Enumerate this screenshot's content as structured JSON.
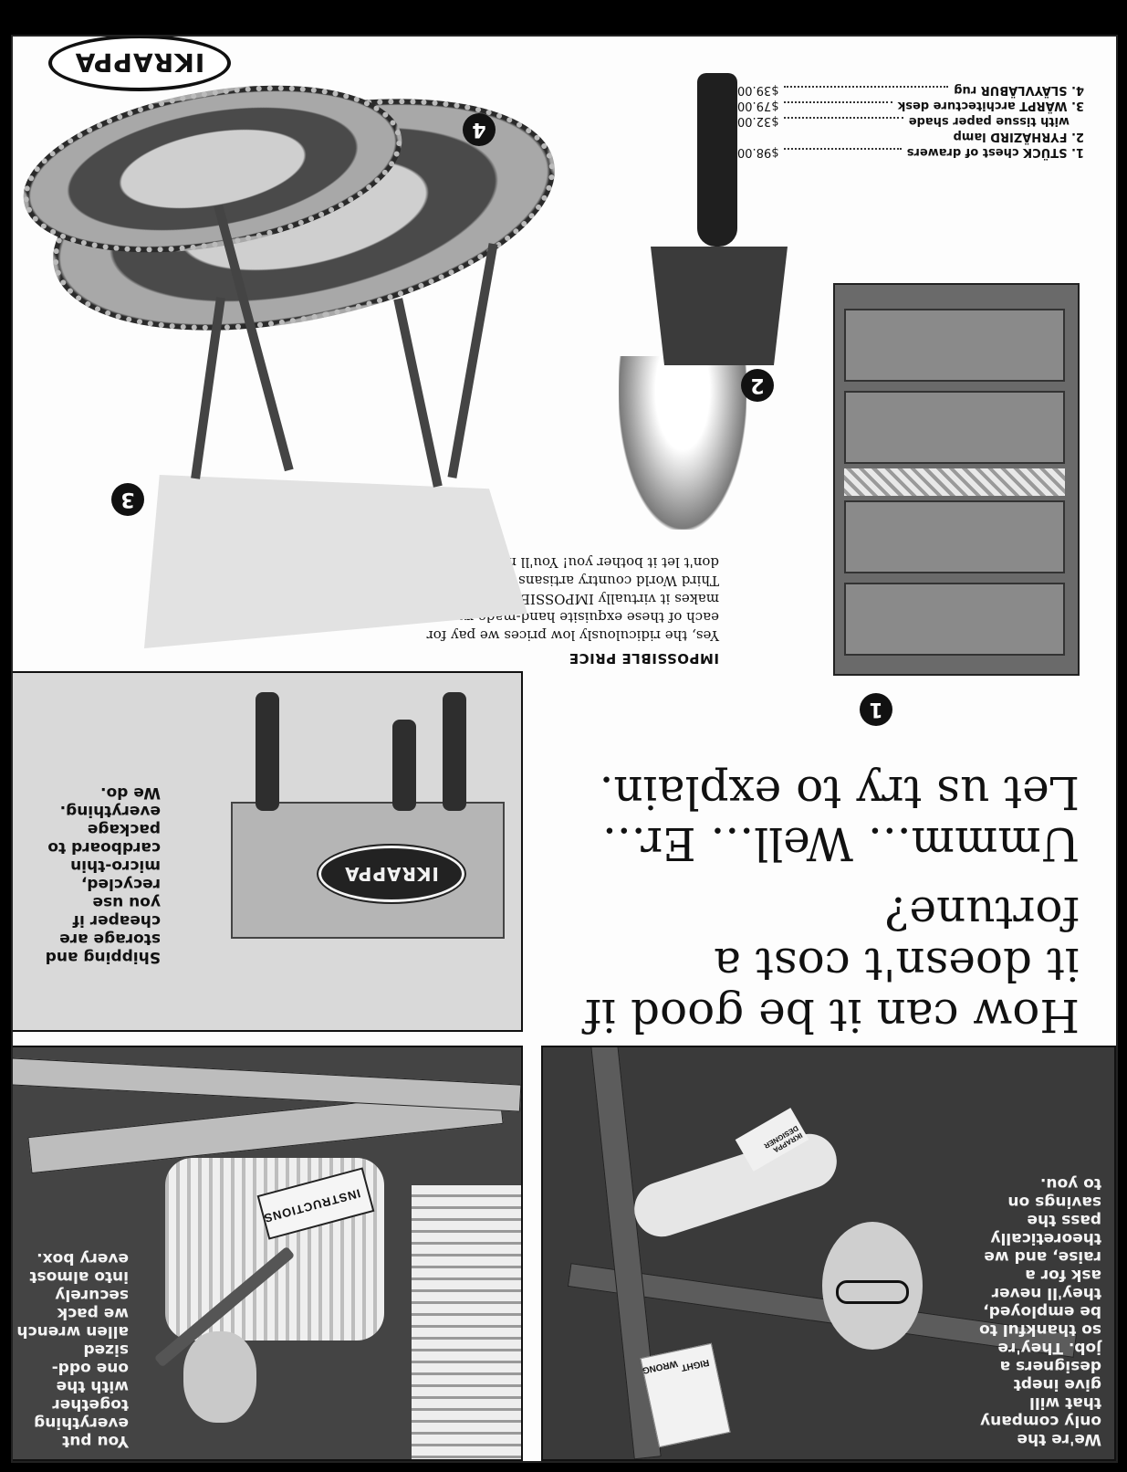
{
  "captions": {
    "designer": "We're the\nonly company\nthat will\ngive inept\ndesigners a\njob. They're\nso thankful to\nbe employed,\nthey'll never\nask for a\nraise, and we\ntheoretically\npass the\nsavings on\nto you.",
    "assembler": "You put\neverything\ntogether\nwith the\none odd-\nsized\nallen wrench\nwe pack\nsecurely\ninto almost\nevery box.",
    "box": "Shipping and\nstorage are\ncheaper if\nyou use\nrecycled,\nmicro-thin\ncardboard to\npackage\neverything.\nWe do."
  },
  "photo_labels": {
    "sign_right": "RIGHT",
    "sign_wrong": "WRONG",
    "badge": "IKRAPPA DESIGNER",
    "instructions": "INSTRUCTIONS",
    "box_logo": "IKRAPPA"
  },
  "headline": {
    "question": "How can it be good if it doesn't cost a fortune?",
    "answer": "Ummm... Well... Er... Let us try to explain."
  },
  "items": {
    "num_1": "1",
    "num_2": "2",
    "num_3": "3",
    "num_4": "4"
  },
  "impossible": {
    "heading": "IMPOSSIBLE PRICE",
    "body": "Yes, the ridiculously low prices we pay for each of these exquisite hand-made rugs makes it virtually IMPOSSIBLE for our Third World country artisans to survive! But don't let it bother you! You'll never see 'em!"
  },
  "prices": [
    {
      "name": "1. STÜCK chest of drawers",
      "sub": "",
      "price": "$98.00"
    },
    {
      "name": "2. FYRHÄZIRD lamp",
      "sub": "with tissue paper shade",
      "price": "$32.00"
    },
    {
      "name": "3. WÄRPT architecture desk",
      "sub": "",
      "price": "$79.00"
    },
    {
      "name": "4. SLÄYVLÄBUR rug",
      "sub": "",
      "price": "$39.00"
    }
  ],
  "logo": "IKRAPPA",
  "colors": {
    "ink": "#111111",
    "paper": "#fdfdfd"
  }
}
